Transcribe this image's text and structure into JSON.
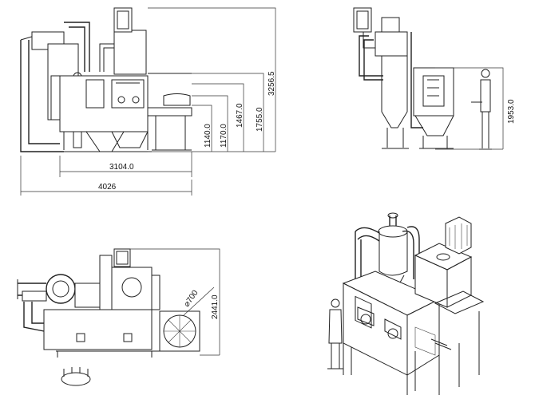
{
  "dims": {
    "w3104": "3104.0",
    "w4026": "4026",
    "h1140": "1140.0",
    "h1170": "1170.0",
    "h1467": "1467.0",
    "h1755": "1755.0",
    "h3256": "3256.5",
    "h1953": "1953.0",
    "h2441": "2441.0",
    "d700": "⌀700"
  }
}
